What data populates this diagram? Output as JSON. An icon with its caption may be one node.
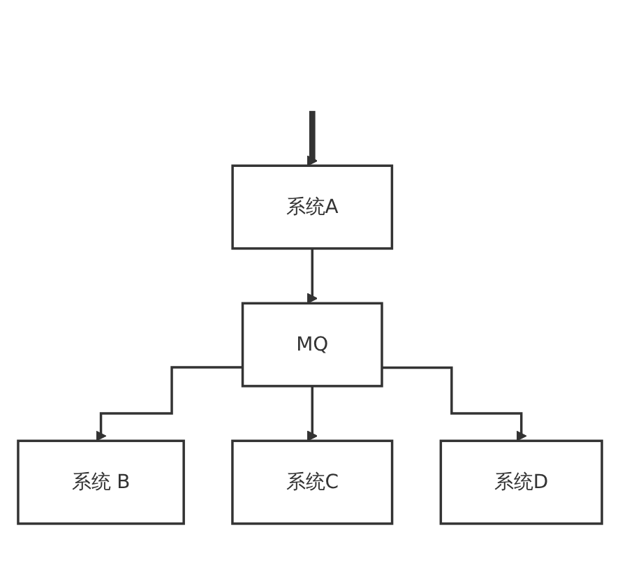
{
  "diagram": {
    "nodes": [
      {
        "text": [
          "系统A"
        ]
      },
      {
        "text": [
          "MQ"
        ]
      },
      {
        "text": [
          "系统 B"
        ]
      },
      {
        "text": [
          "系统C"
        ]
      },
      {
        "text": [
          "系统D"
        ]
      }
    ],
    "edges": [
      {
        "from": null,
        "to": 0,
        "arrow": "to",
        "style": "thick"
      },
      {
        "from": 0,
        "to": 1,
        "arrow": "to"
      },
      {
        "from": 1,
        "to": 2,
        "arrow": "to"
      },
      {
        "from": 1,
        "to": 3,
        "arrow": "to"
      },
      {
        "from": 1,
        "to": 4,
        "arrow": "to"
      }
    ]
  }
}
